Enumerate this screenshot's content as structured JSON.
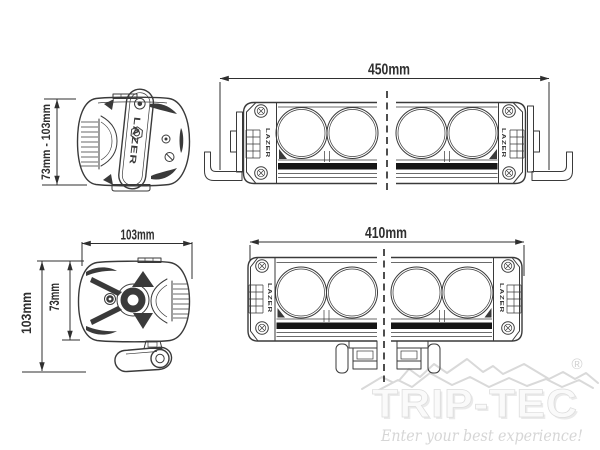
{
  "colors": {
    "line": "#3a3a3a",
    "dimension": "#2f2f2f",
    "stripe": "#161616",
    "watermark_line": "#d9d9d9",
    "background": "#ffffff"
  },
  "brand": {
    "logo_text": "TRIP-TEC",
    "registered_mark": "®",
    "tagline": "Enter your best experience!",
    "product_mark": "LAZER"
  },
  "dims": {
    "side_top_height": "73mm - 103mm",
    "front_top_width": "450mm",
    "side_bottom_width": "103mm",
    "side_bottom_overall_height": "103mm",
    "side_bottom_body_height": "73mm",
    "front_bottom_width": "410mm"
  }
}
